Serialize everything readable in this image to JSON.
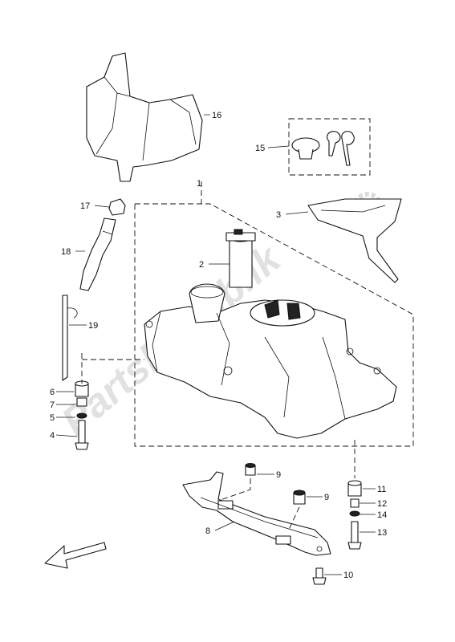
{
  "watermark": {
    "text": "PartsRepublik",
    "color": "#d9d9d9"
  },
  "line_color": "#111111",
  "callouts": {
    "c1": "1",
    "c2": "2",
    "c3": "3",
    "c4": "4",
    "c5": "5",
    "c6": "6",
    "c7": "7",
    "c8": "8",
    "c9a": "9",
    "c9b": "9",
    "c10": "10",
    "c11": "11",
    "c12": "12",
    "c13": "13",
    "c14": "14",
    "c15": "15",
    "c16": "16",
    "c17": "17",
    "c18": "18",
    "c19": "19"
  },
  "icons": {
    "direction": "front-arrow-icon",
    "watermark_logo": "gear-icon"
  }
}
